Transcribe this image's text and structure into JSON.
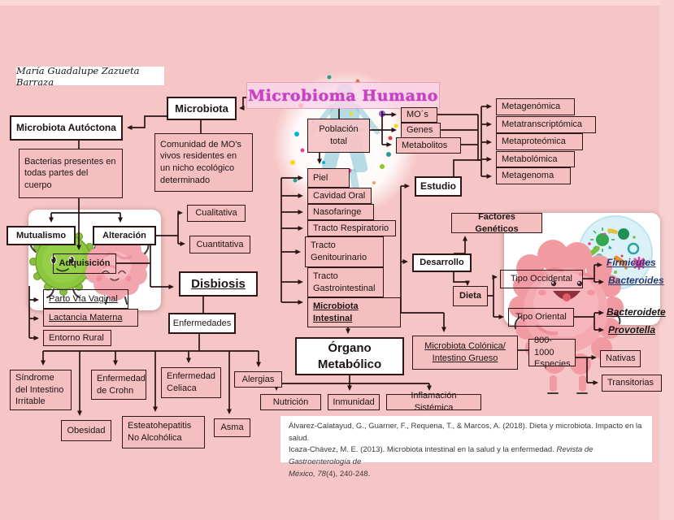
{
  "author": "María Guadalupe Zazueta Barraza",
  "title": "Microbioma Humano",
  "nodes": {
    "microbiota": "Microbiota",
    "microbiota_autoctona": "Microbiota Autóctona",
    "bacterias": "Bacterias presentes en todas partes del cuerpo",
    "comunidad": "Comunidad de MO's vivos residentes en un nicho ecológico determinado",
    "poblacion_total": "Población total",
    "mos": "MO´s",
    "genes": "Genes",
    "metabolitos": "Metabolitos",
    "metagenomica": "Metagenómica",
    "metatranscriptomica": "Metatranscriptómica",
    "metaproteomica": "Metaproteómica",
    "metabolomica": "Metabolómica",
    "metagenoma": "Metagenoma",
    "estudio": "Estudio",
    "piel": "Piel",
    "cavidad_oral": "Cavidad Oral",
    "nasofaringe": "Nasofaringe",
    "tracto_respiratorio": "Tracto Respiratorio",
    "tracto_genitourinario": "Tracto Genitourinario",
    "tracto_gastrointestinal": "Tracto Gastrointestinal",
    "microbiota_intestinal": "Microbiota Intestinal",
    "cualitativa": "Cualitativa",
    "cuantitativa": "Cuantitativa",
    "mutualismo": "Mutualismo",
    "alteracion": "Alteración",
    "adquisicion": "Adquisición",
    "parto_via_vaginal": "Parto Vía Vaginal",
    "lactancia_materna": "Lactancia Materna",
    "entorno_rural": "Entorno Rural",
    "disbiosis": "Disbiosis",
    "enfermedades": "Enfermedades",
    "sindrome_intestino_irritable": "Síndrome del Intestino Irritable",
    "enfermedad_crohn": "Enfermedad de Crohn",
    "enfermedad_celiaca": "Enfermedad Celiaca",
    "obesidad": "Obesidad",
    "esteatohepatitis": "Esteatohepatitis No Alcohólica",
    "asma": "Asma",
    "alergias": "Alergias",
    "organo_metabolico": "Órgano Metabólico",
    "microbiota_colonica": "Microbiota Colónica/ Intestino Grueso",
    "nutricion": "Nutrición",
    "inmunidad": "Inmunidad",
    "inflamacion_sistemica": "Inflamación Sistémica",
    "factores_geneticos": "Factores Genéticos",
    "desarrollo": "Desarrollo",
    "dieta": "Dieta",
    "tipo_occidental": "Tipo Occidental",
    "tipo_oriental": "Tipo  Oriental",
    "especies": "800-1000 Especies",
    "nativas": "Nativas",
    "transitorias": "Transitorias",
    "firmicutes": "Firmicutes",
    "bacteroides": "Bacteroides",
    "bacteroidete": "Bacteroidete",
    "provotella": "Provotella"
  },
  "references": {
    "line1": "Álvarez-Calatayud, G., Guarner, F., Requena, T., & Marcos, A. (2018). Dieta y microbiota. Impacto en la salud.",
    "line2_normal": "Icaza-Chávez, M. E. (2013). Microbiota intestinal en la salud y la enfermedad. ",
    "line2_italic": "Revista de Gastroenterología de",
    "line3_italic": "México, 78",
    "line3_normal": "(4), 240-248."
  },
  "colors": {
    "background": "#f6c6c6",
    "box_pink": "#f5bfc0",
    "box_white": "#ffffff",
    "line": "#2a1414",
    "title_magenta": "#cb3ec6",
    "species_blue": "#26366f"
  }
}
